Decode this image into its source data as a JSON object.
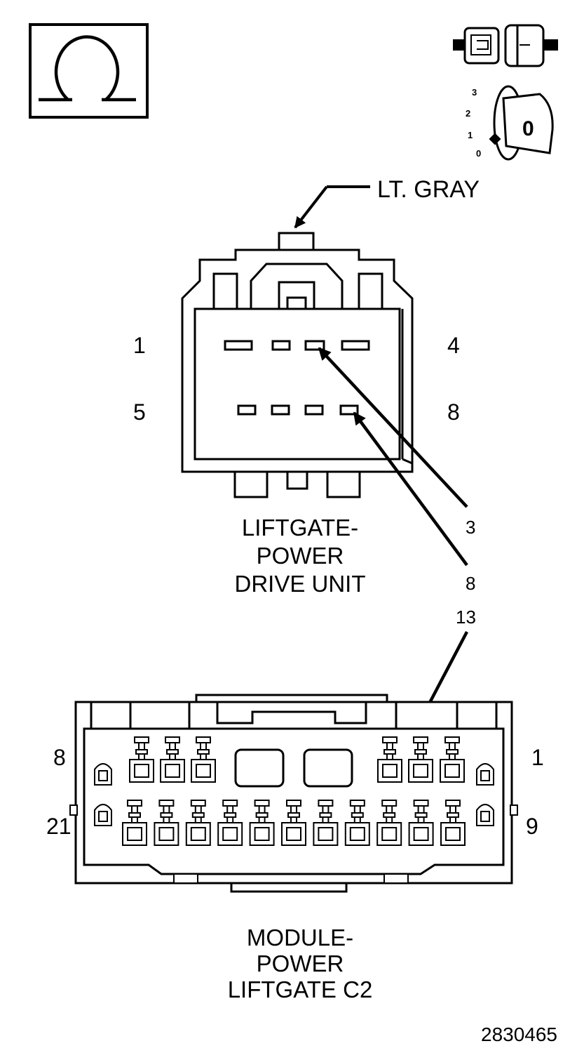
{
  "meter_icon": {
    "symbol": "Ω"
  },
  "key_icon": {
    "positions": [
      "3",
      "2",
      "1",
      "0"
    ],
    "key_label": "0"
  },
  "connector_color": "LT. GRAY",
  "drive_unit": {
    "pin_labels": {
      "top_left": "1",
      "top_right": "4",
      "bottom_left": "5",
      "bottom_right": "8"
    },
    "title_lines": [
      "LIFTGATE-",
      "POWER",
      "DRIVE UNIT"
    ]
  },
  "wires": {
    "a": "3",
    "b": "8",
    "c": "13"
  },
  "module_c2": {
    "pin_labels": {
      "top_left": "8",
      "top_right": "1",
      "bottom_left": "21",
      "bottom_right": "9"
    },
    "title_lines": [
      "MODULE-",
      "POWER",
      "LIFTGATE C2"
    ]
  },
  "figure_number": "2830465",
  "colors": {
    "ink": "#000000",
    "background": "#ffffff"
  }
}
